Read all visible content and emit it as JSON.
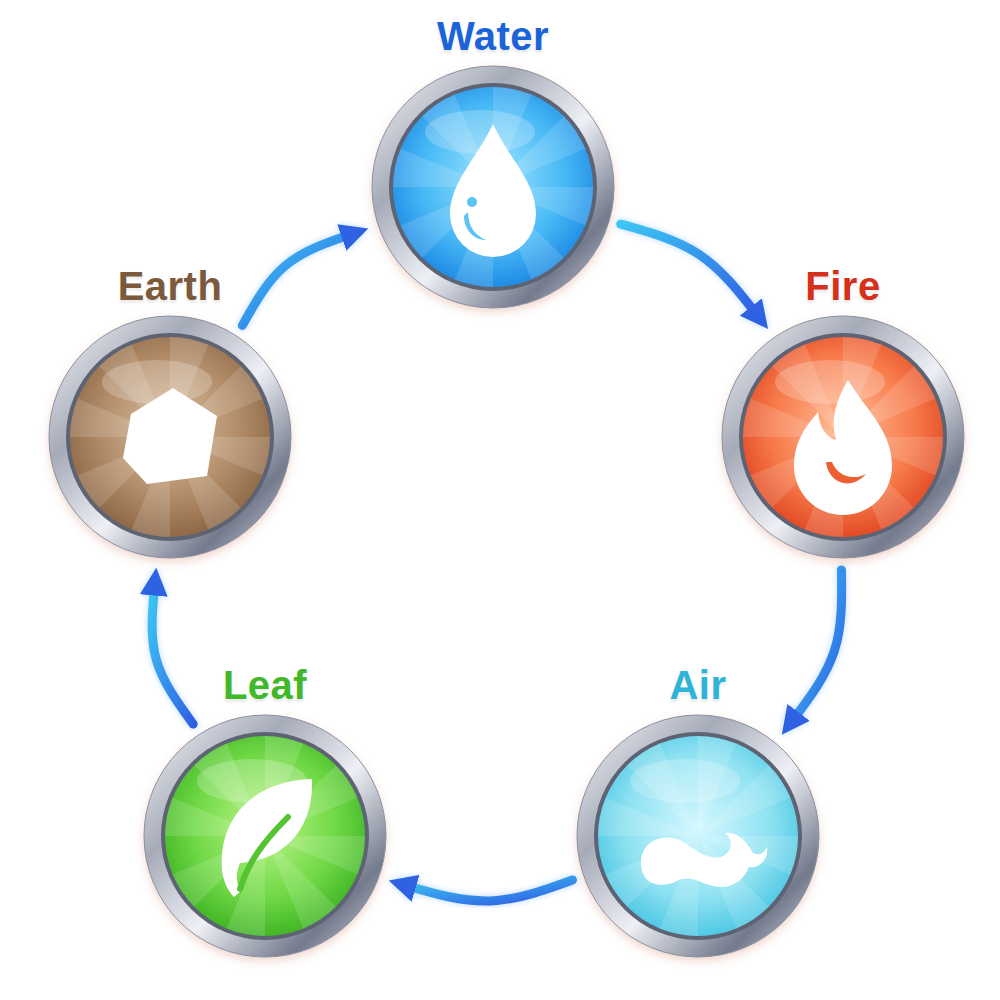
{
  "diagram": {
    "nodes": [
      {
        "text": [
          "Water"
        ]
      },
      {
        "text": [
          "Fire"
        ]
      },
      {
        "text": [
          "Air"
        ]
      },
      {
        "text": [
          "Leaf"
        ]
      },
      {
        "text": [
          "Earth"
        ]
      }
    ],
    "edges": [
      {
        "from": 0,
        "to": 1,
        "arrow": "to"
      },
      {
        "from": 1,
        "to": 2,
        "arrow": "to"
      },
      {
        "from": 2,
        "to": 3,
        "arrow": "to"
      },
      {
        "from": 3,
        "to": 4,
        "arrow": "to"
      },
      {
        "from": 4,
        "to": 0,
        "arrow": "to"
      }
    ]
  }
}
